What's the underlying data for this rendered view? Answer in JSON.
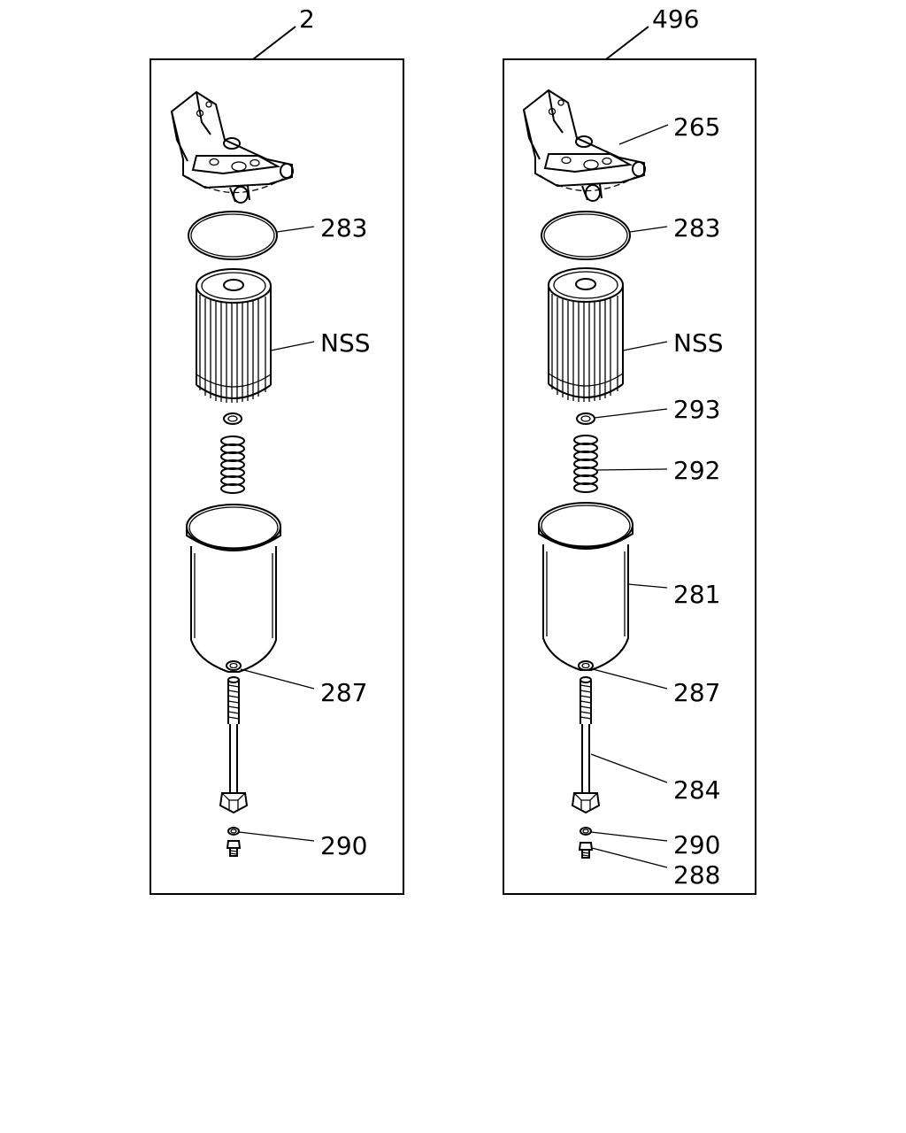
{
  "assemblies": [
    {
      "id": "2",
      "callouts": {
        "oring": "283",
        "element": "NSS",
        "seal": "287",
        "washer": "290"
      }
    },
    {
      "id": "496",
      "callouts": {
        "head": "265",
        "oring": "283",
        "element": "NSS",
        "spacer": "293",
        "spring": "292",
        "bowl": "281",
        "seal": "287",
        "bolt": "284",
        "washer": "290",
        "plug": "288"
      }
    }
  ]
}
